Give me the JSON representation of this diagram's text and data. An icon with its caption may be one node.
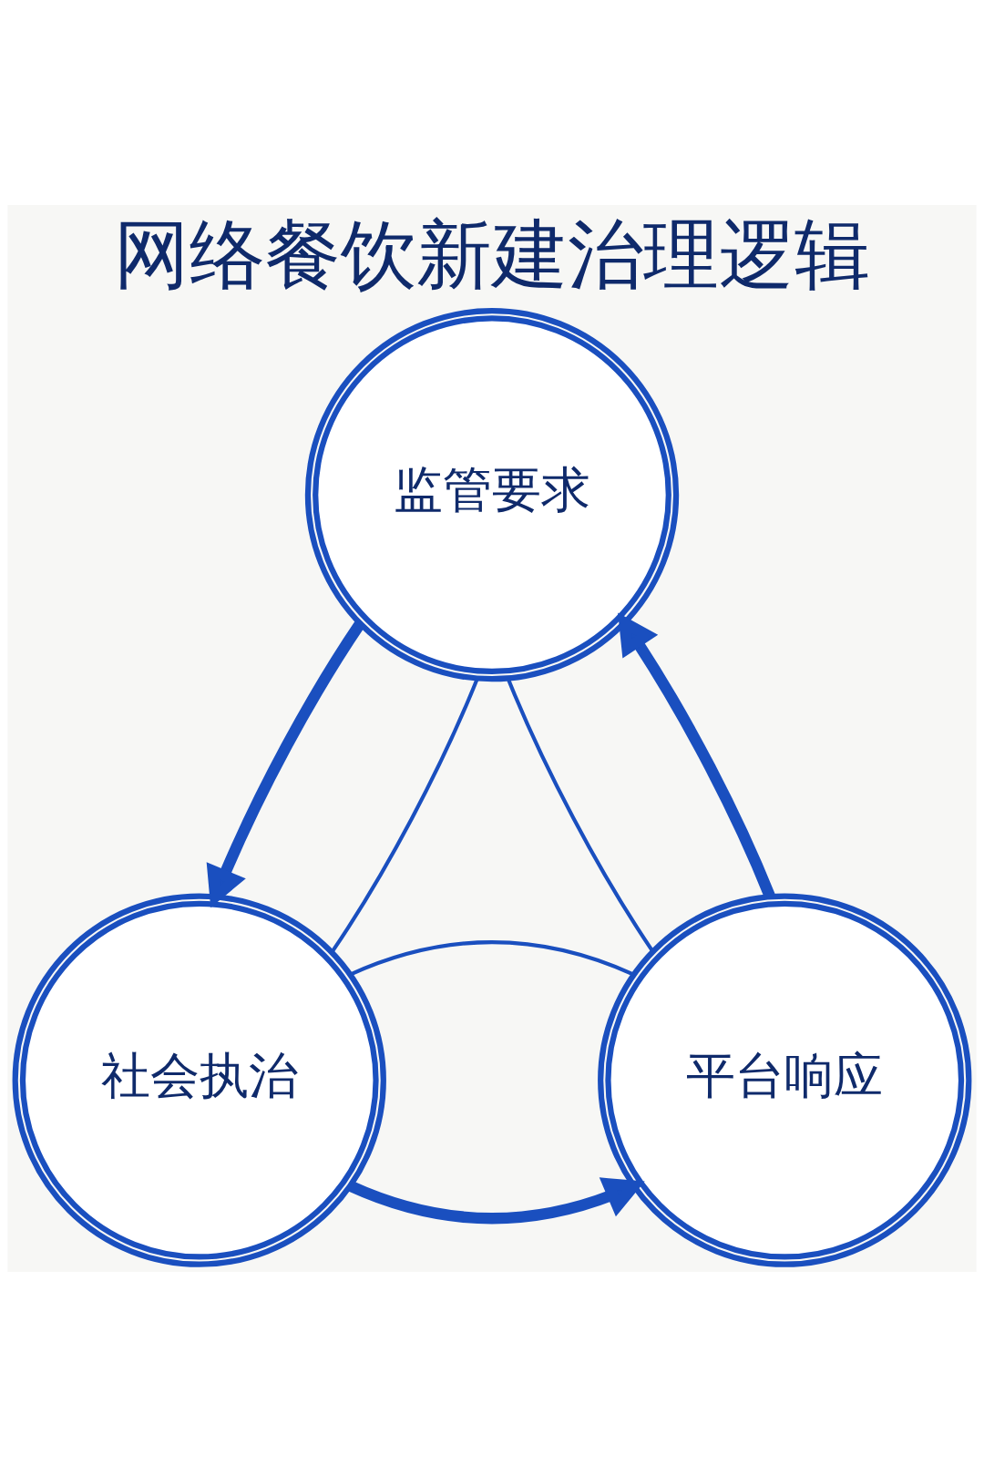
{
  "diagram": {
    "title": "网络餐饮新建治理逻辑",
    "nodes": [
      {
        "text": [
          "监管要求"
        ]
      },
      {
        "text": [
          "平台响应"
        ]
      },
      {
        "text": [
          "社会执治"
        ]
      }
    ],
    "edges": [
      {
        "from": 0,
        "to": 2,
        "arrow": "to",
        "style": "thick"
      },
      {
        "from": 2,
        "to": 1,
        "arrow": "to",
        "style": "thick"
      },
      {
        "from": 1,
        "to": 0,
        "arrow": "to",
        "style": "thick"
      },
      {
        "from": 0,
        "to": 1,
        "arrow": "none"
      },
      {
        "from": 0,
        "to": 2,
        "arrow": "none"
      },
      {
        "from": 1,
        "to": 2,
        "arrow": "none"
      }
    ]
  }
}
